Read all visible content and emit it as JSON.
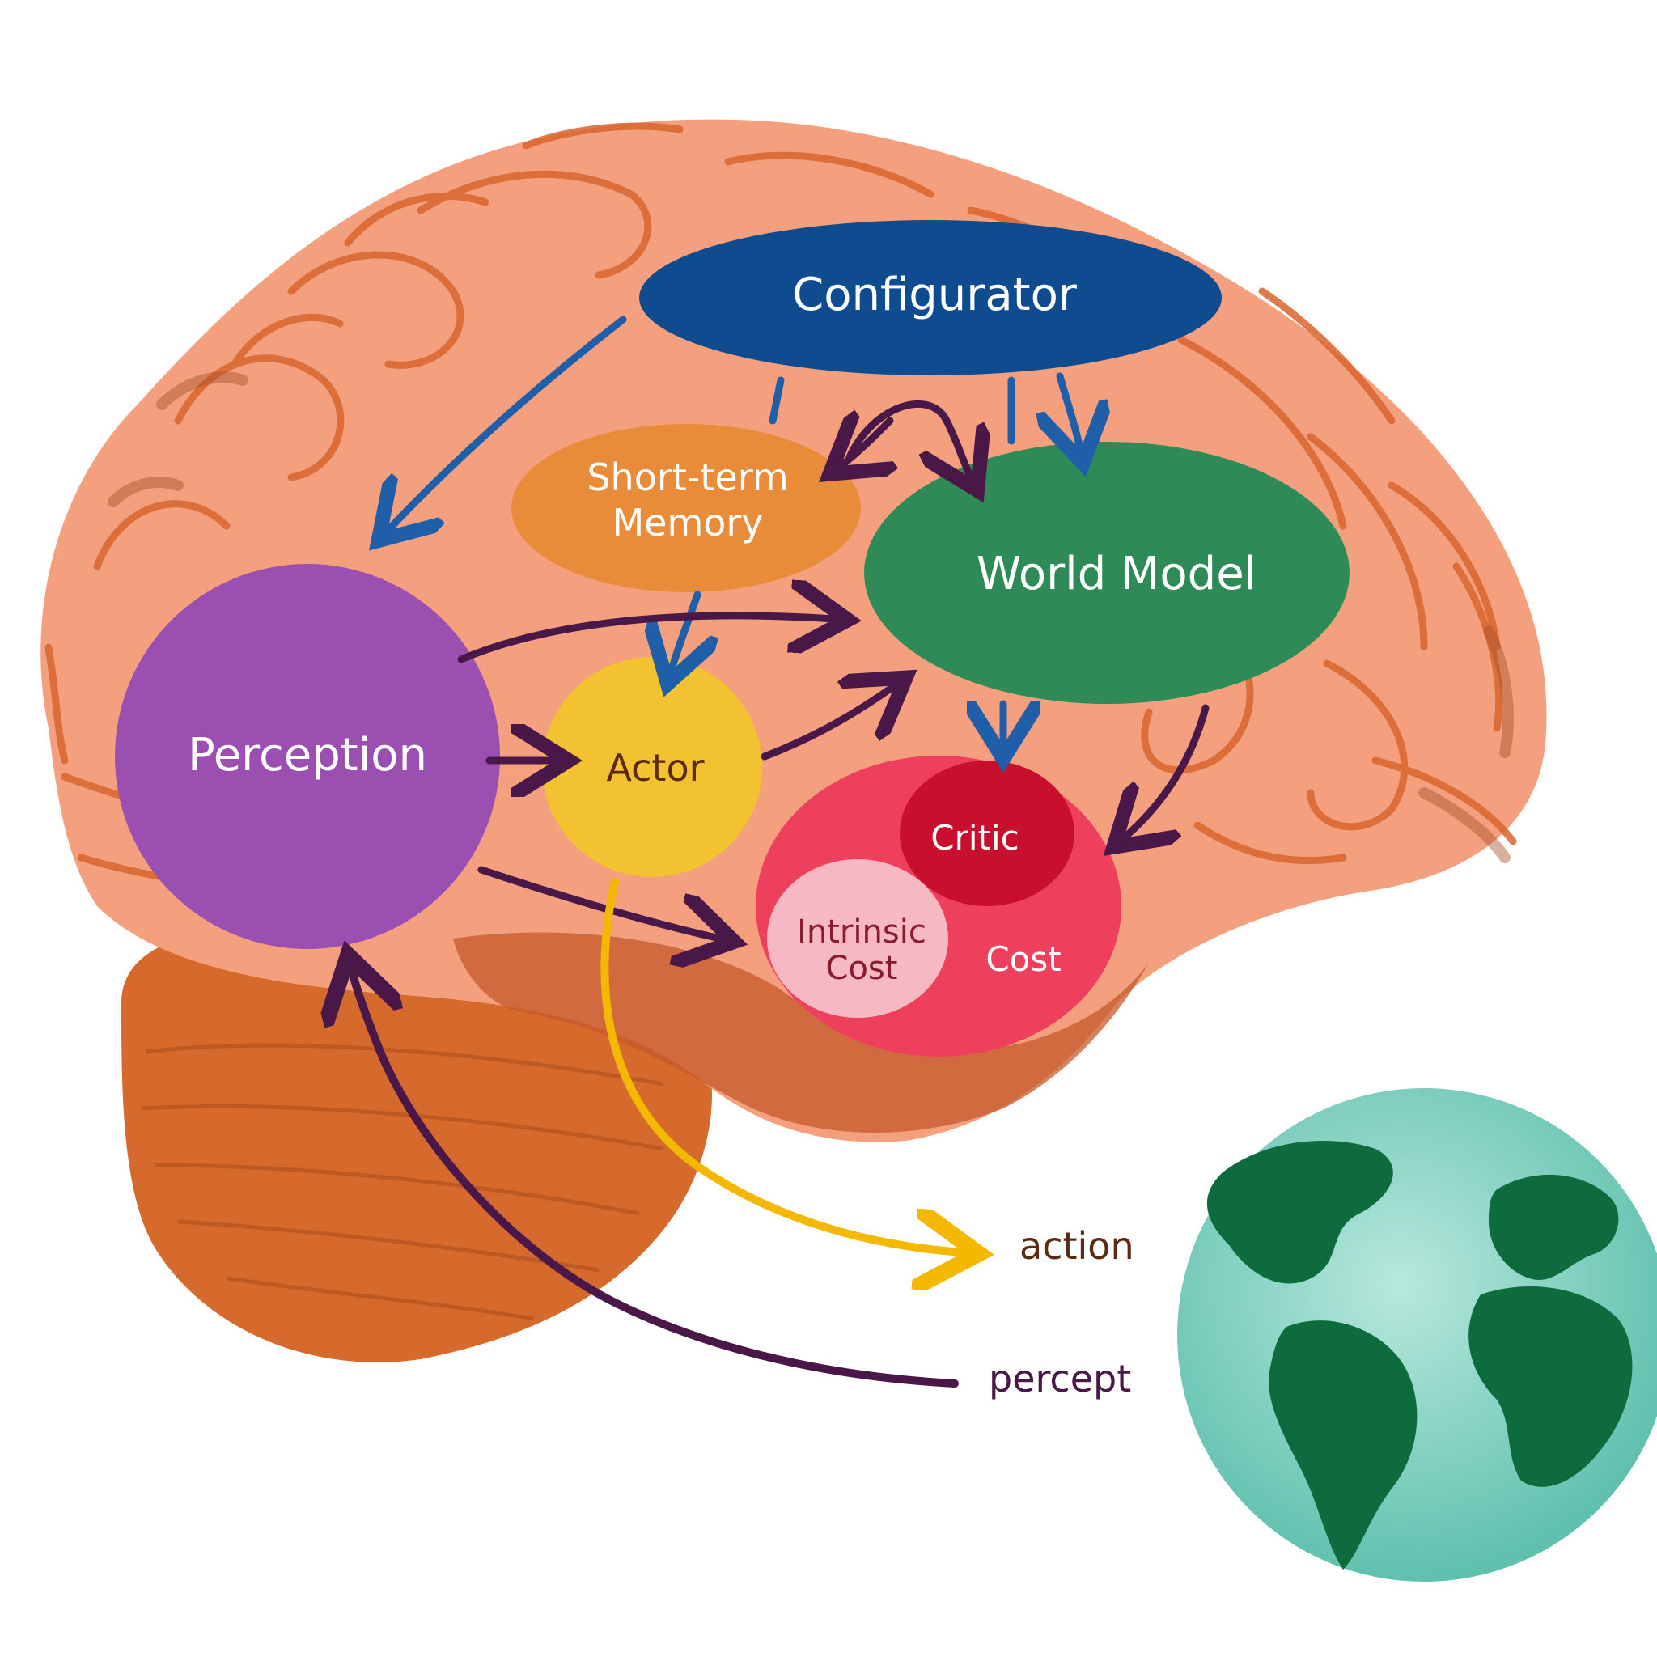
{
  "modules": {
    "configurator": "Configurator",
    "short_term_memory_line1": "Short-term",
    "short_term_memory_line2": "Memory",
    "world_model": "World Model",
    "perception": "Perception",
    "actor": "Actor",
    "critic": "Critic",
    "intrinsic_cost_line1": "Intrinsic",
    "intrinsic_cost_line2": "Cost",
    "cost": "Cost"
  },
  "io": {
    "action": "action",
    "percept": "percept"
  },
  "colors": {
    "brain": "#f4a07f",
    "brain_folds": "#d9652d",
    "cerebellum": "#d66a2c",
    "configurator": "#0f4c8f",
    "short_term_memory": "#e88c3a",
    "world_model": "#2e8b57",
    "perception": "#9b4fb0",
    "actor": "#f2c230",
    "cost": "#ee3f5c",
    "critic": "#c8102e",
    "intrinsic_cost": "#f6b9c3",
    "blue_arrow": "#1f5ea8",
    "purple_arrow": "#4a1848",
    "action_arrow": "#f5b800",
    "globe_water": "#7fd3c3",
    "globe_land": "#0e6b3e"
  },
  "icons": [
    "brain-illustration",
    "globe-icon"
  ]
}
